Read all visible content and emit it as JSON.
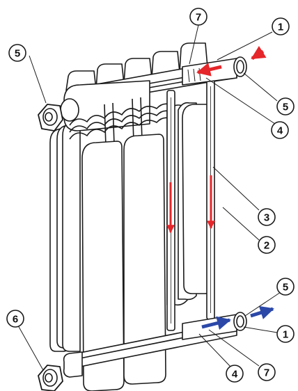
{
  "diagram": {
    "callouts": [
      "7",
      "1",
      "5",
      "5",
      "4",
      "3",
      "2",
      "5",
      "6",
      "1",
      "4",
      "7"
    ],
    "colors": {
      "outline": "#1a1a1a",
      "body_fill": "#ffffff",
      "flow_hot": "#e5262a",
      "flow_cold": "#2b48a8"
    },
    "icons": [
      "arrow-right-icon",
      "arrow-down-icon"
    ]
  }
}
